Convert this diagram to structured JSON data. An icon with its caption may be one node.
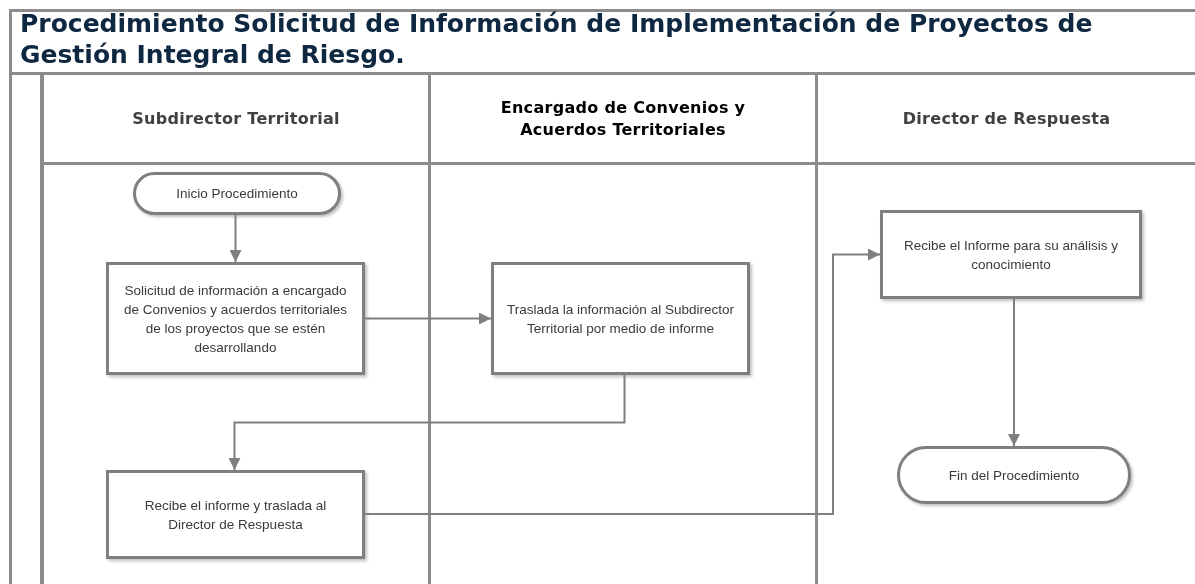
{
  "diagram": {
    "title": "Procedimiento Solicitud de Información de Implementación de Proyectos de Gestión Integral de Riesgo.",
    "nodes": [
      {
        "text": [
          "Subdirector Territorial"
        ]
      },
      {
        "text": [
          "Encargado de Convenios y Acuerdos Territoriales"
        ]
      },
      {
        "text": [
          "Director de Respuesta"
        ]
      },
      {
        "text": [
          "Inicio Procedimiento"
        ],
        "in": 0
      },
      {
        "text": [
          "Solicitud de información a encargado de Convenios y acuerdos territoriales de los proyectos que se estén desarrollando"
        ],
        "in": 0
      },
      {
        "text": [
          "Traslada la información al Subdirector Territorial por medio de informe"
        ],
        "in": 1
      },
      {
        "text": [
          "Recibe el informe y traslada al Director de Respuesta"
        ],
        "in": 0
      },
      {
        "text": [
          "Recibe el Informe para su análisis y conocimiento"
        ],
        "in": 2
      },
      {
        "text": [
          "Fin del Procedimiento"
        ],
        "in": 2
      }
    ],
    "edges": [
      {
        "from": 3,
        "to": 4,
        "arrow": "to"
      },
      {
        "from": 4,
        "to": 5,
        "arrow": "to"
      },
      {
        "from": 5,
        "to": 6,
        "arrow": "to"
      },
      {
        "from": 6,
        "to": 7,
        "arrow": "to"
      },
      {
        "from": 7,
        "to": 8,
        "arrow": "to"
      }
    ]
  }
}
